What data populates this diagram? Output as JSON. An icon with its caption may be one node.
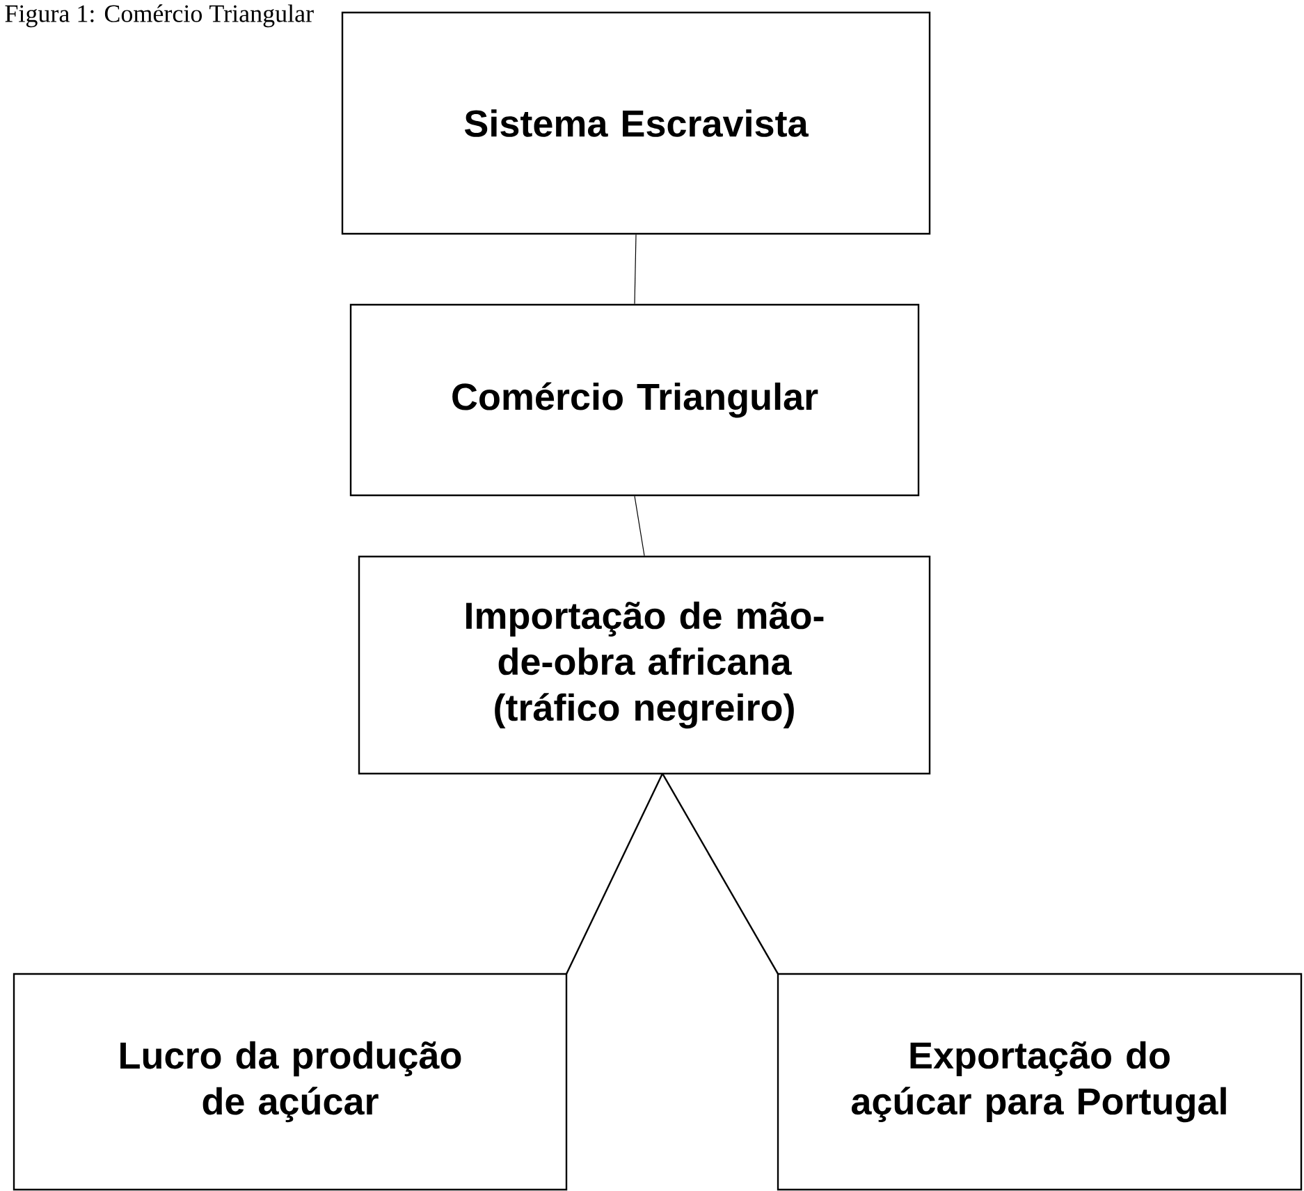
{
  "diagram": {
    "title": "Figura 1: Comércio Triangular",
    "nodes": [
      {
        "text": [
          "Sistema Escravista"
        ]
      },
      {
        "text": [
          "Comércio Triangular"
        ]
      },
      {
        "text": [
          "Importação de mão-de-obra africana (tráfico negreiro)"
        ]
      },
      {
        "text": [
          "Lucro da produção de açúcar"
        ]
      },
      {
        "text": [
          "Exportação do açúcar para Portugal"
        ]
      }
    ],
    "edges": [
      {
        "from": 0,
        "to": 1,
        "arrow": "none"
      },
      {
        "from": 1,
        "to": 2,
        "arrow": "none"
      },
      {
        "from": 2,
        "to": 3,
        "arrow": "none"
      },
      {
        "from": 2,
        "to": 4,
        "arrow": "none"
      }
    ]
  }
}
